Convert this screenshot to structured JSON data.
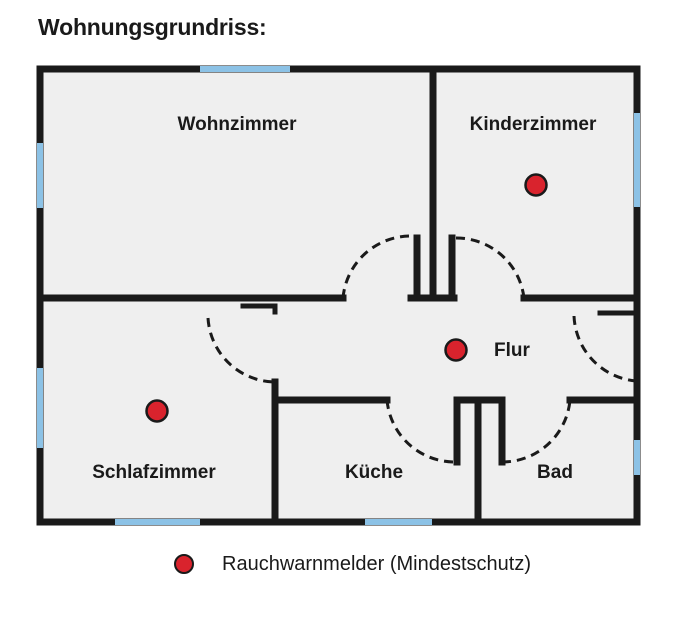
{
  "title": "Wohnungsgrundriss:",
  "rooms": {
    "wohnzimmer": "Wohnzimmer",
    "kinderzimmer": "Kinderzimmer",
    "flur": "Flur",
    "schlafzimmer": "Schlafzimmer",
    "kueche": "Küche",
    "bad": "Bad"
  },
  "legend": {
    "label": "Rauchwarnmelder (Mindestschutz)"
  },
  "colors": {
    "wall": "#1a1a1a",
    "floor": "#efefef",
    "window": "#8cc2e6",
    "detector": "#d9232d"
  }
}
